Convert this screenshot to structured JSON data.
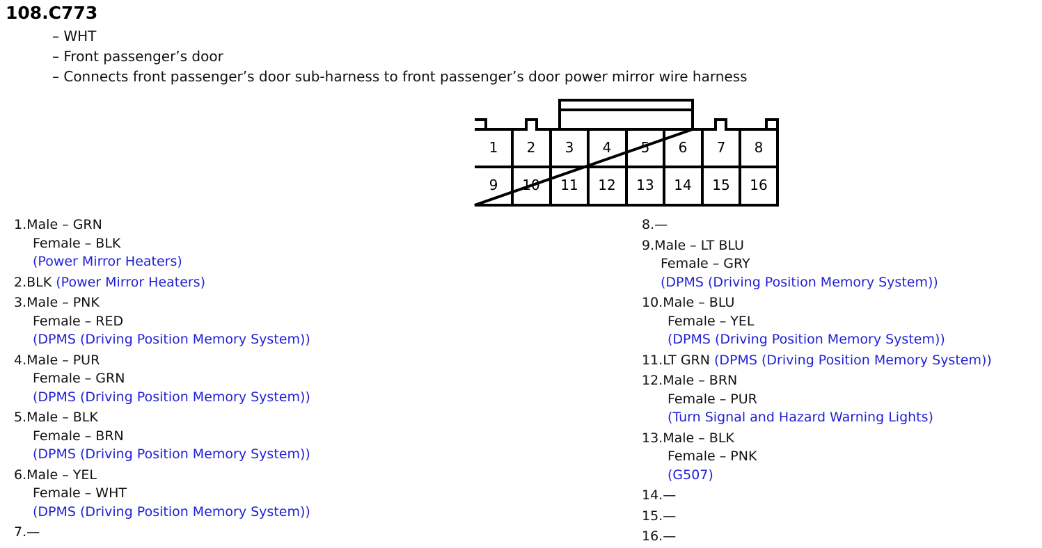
{
  "connector": {
    "id": "108.C773",
    "details": [
      "– WHT",
      "– Front passenger’s door",
      "– Connects front passenger’s door sub-harness to front passenger’s door power mirror wire harness"
    ],
    "top_row": [
      "1",
      "2",
      "3",
      "4",
      "5",
      "6",
      "7",
      "8"
    ],
    "bottom_row": [
      "9",
      "10",
      "11",
      "12",
      "13",
      "14",
      "15",
      "16"
    ]
  },
  "pins_left": [
    {
      "head": "1.Male – GRN",
      "lines": [
        "Female – BLK"
      ],
      "link": "(Power Mirror Heaters)"
    },
    {
      "head": "2.BLK",
      "lines": [],
      "link": "(Power Mirror Heaters)",
      "inline": true
    },
    {
      "head": "3.Male – PNK",
      "lines": [
        "Female – RED"
      ],
      "link": "(DPMS (Driving Position Memory System))"
    },
    {
      "head": "4.Male – PUR",
      "lines": [
        "Female – GRN"
      ],
      "link": "(DPMS (Driving Position Memory System))"
    },
    {
      "head": "5.Male – BLK",
      "lines": [
        "Female – BRN"
      ],
      "link": "(DPMS (Driving Position Memory System))"
    },
    {
      "head": "6.Male – YEL",
      "lines": [
        "Female – WHT"
      ],
      "link": "(DPMS (Driving Position Memory System))"
    },
    {
      "head": "7.—",
      "lines": [],
      "link": ""
    }
  ],
  "pins_right": [
    {
      "head": "8.—",
      "lines": [],
      "link": ""
    },
    {
      "head": "9.Male – LT BLU",
      "lines": [
        "Female – GRY"
      ],
      "link": "(DPMS (Driving Position Memory System))"
    },
    {
      "head": "10.Male – BLU",
      "lines": [
        "Female – YEL"
      ],
      "link": "(DPMS (Driving Position Memory System))"
    },
    {
      "head": "11.LT GRN",
      "lines": [],
      "link": "(DPMS (Driving Position Memory System))",
      "inline": true
    },
    {
      "head": "12.Male – BRN",
      "lines": [
        "Female – PUR"
      ],
      "link": "(Turn Signal and Hazard Warning Lights)"
    },
    {
      "head": "13.Male – BLK",
      "lines": [
        "Female – PNK"
      ],
      "link": "(G507)"
    },
    {
      "head": "14.—",
      "lines": [],
      "link": ""
    },
    {
      "head": "15.—",
      "lines": [],
      "link": ""
    },
    {
      "head": "16.—",
      "lines": [],
      "link": ""
    }
  ],
  "colors": {
    "link": "#1f1fd6",
    "text": "#111111"
  }
}
